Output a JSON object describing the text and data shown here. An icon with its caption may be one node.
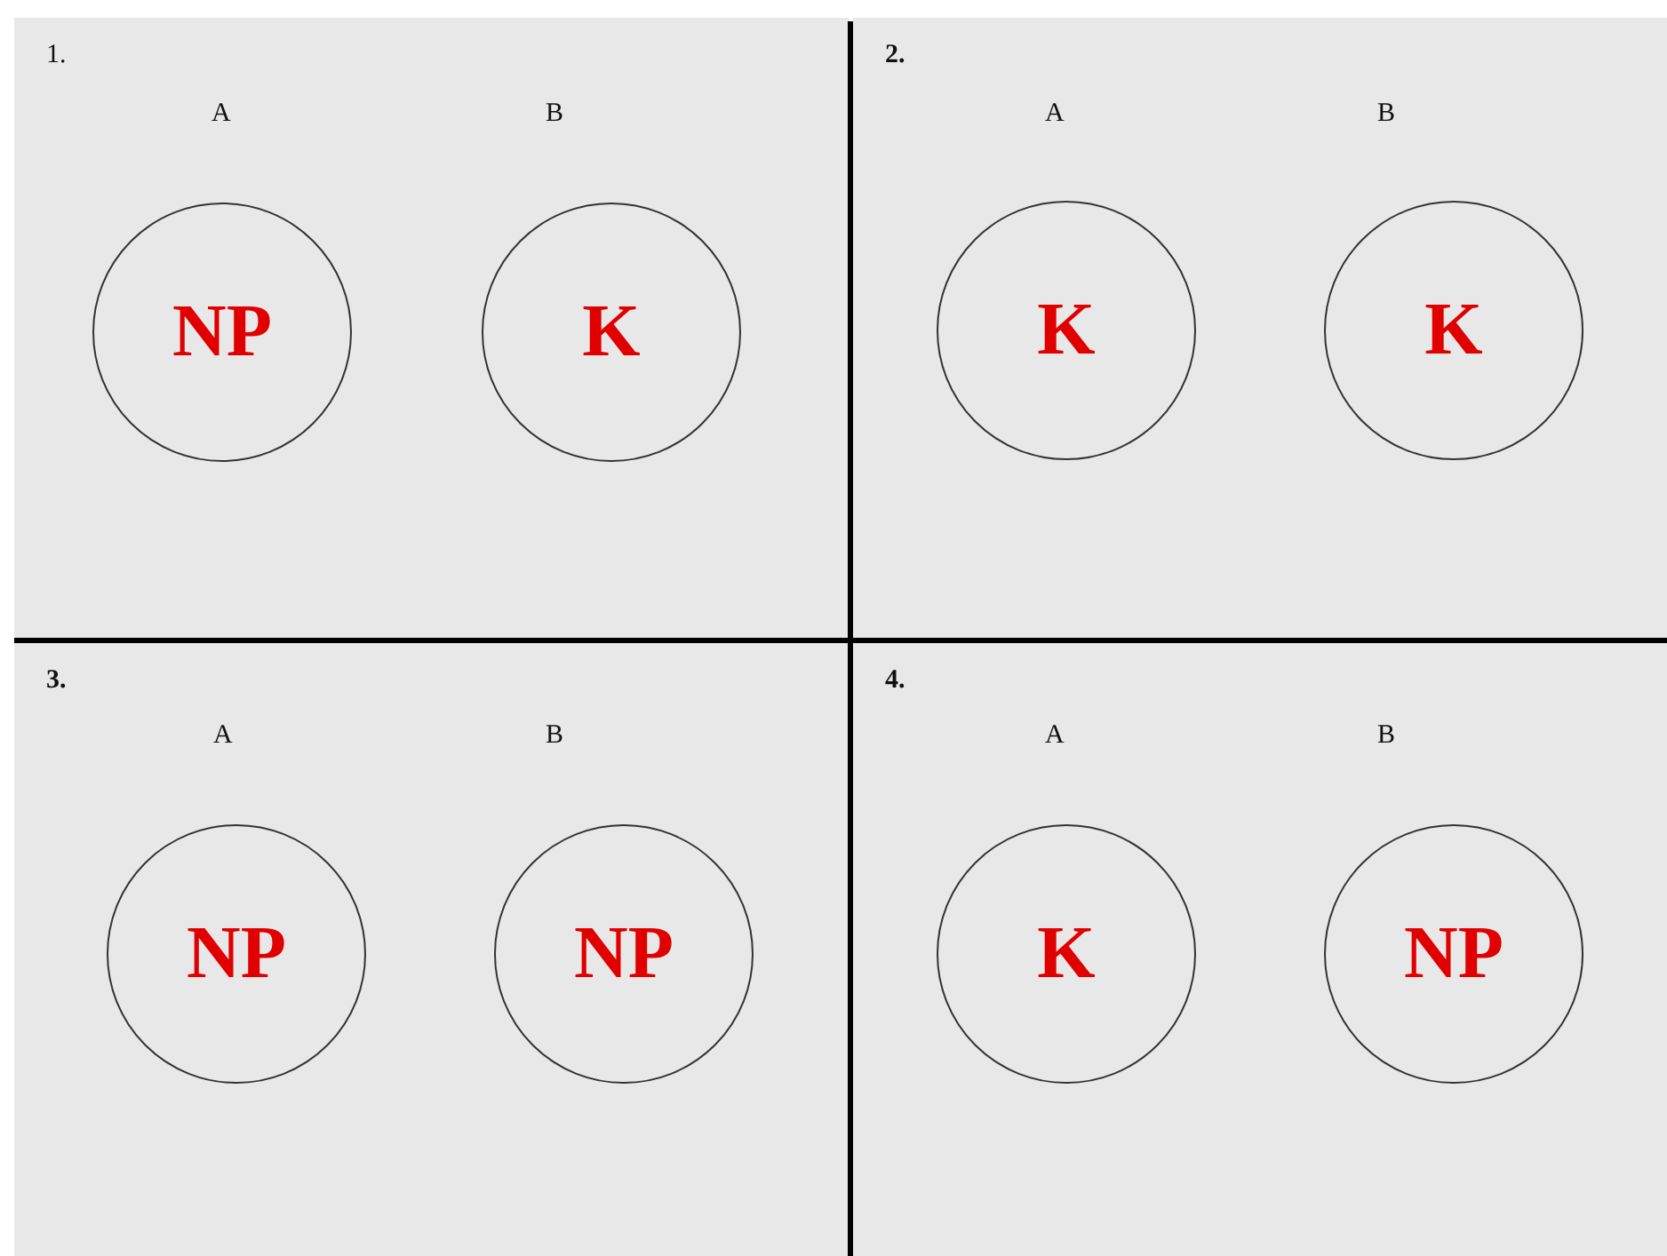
{
  "diagram": {
    "nodes": [
      {
        "text": [
          "1."
        ]
      },
      {
        "text": [
          "NP"
        ],
        "in": 0,
        "beside": [
          "A"
        ]
      },
      {
        "text": [
          "K"
        ],
        "in": 0,
        "beside": [
          "B"
        ]
      },
      {
        "text": [
          "2."
        ]
      },
      {
        "text": [
          "K"
        ],
        "in": 3,
        "beside": [
          "A"
        ]
      },
      {
        "text": [
          "K"
        ],
        "in": 3,
        "beside": [
          "B"
        ]
      },
      {
        "text": [
          "3."
        ]
      },
      {
        "text": [
          "NP"
        ],
        "in": 6,
        "beside": [
          "A"
        ]
      },
      {
        "text": [
          "NP"
        ],
        "in": 6,
        "beside": [
          "B"
        ]
      },
      {
        "text": [
          "4."
        ]
      },
      {
        "text": [
          "K"
        ],
        "in": 9,
        "beside": [
          "A"
        ]
      },
      {
        "text": [
          "NP"
        ],
        "in": 9,
        "beside": [
          "B"
        ]
      }
    ]
  }
}
